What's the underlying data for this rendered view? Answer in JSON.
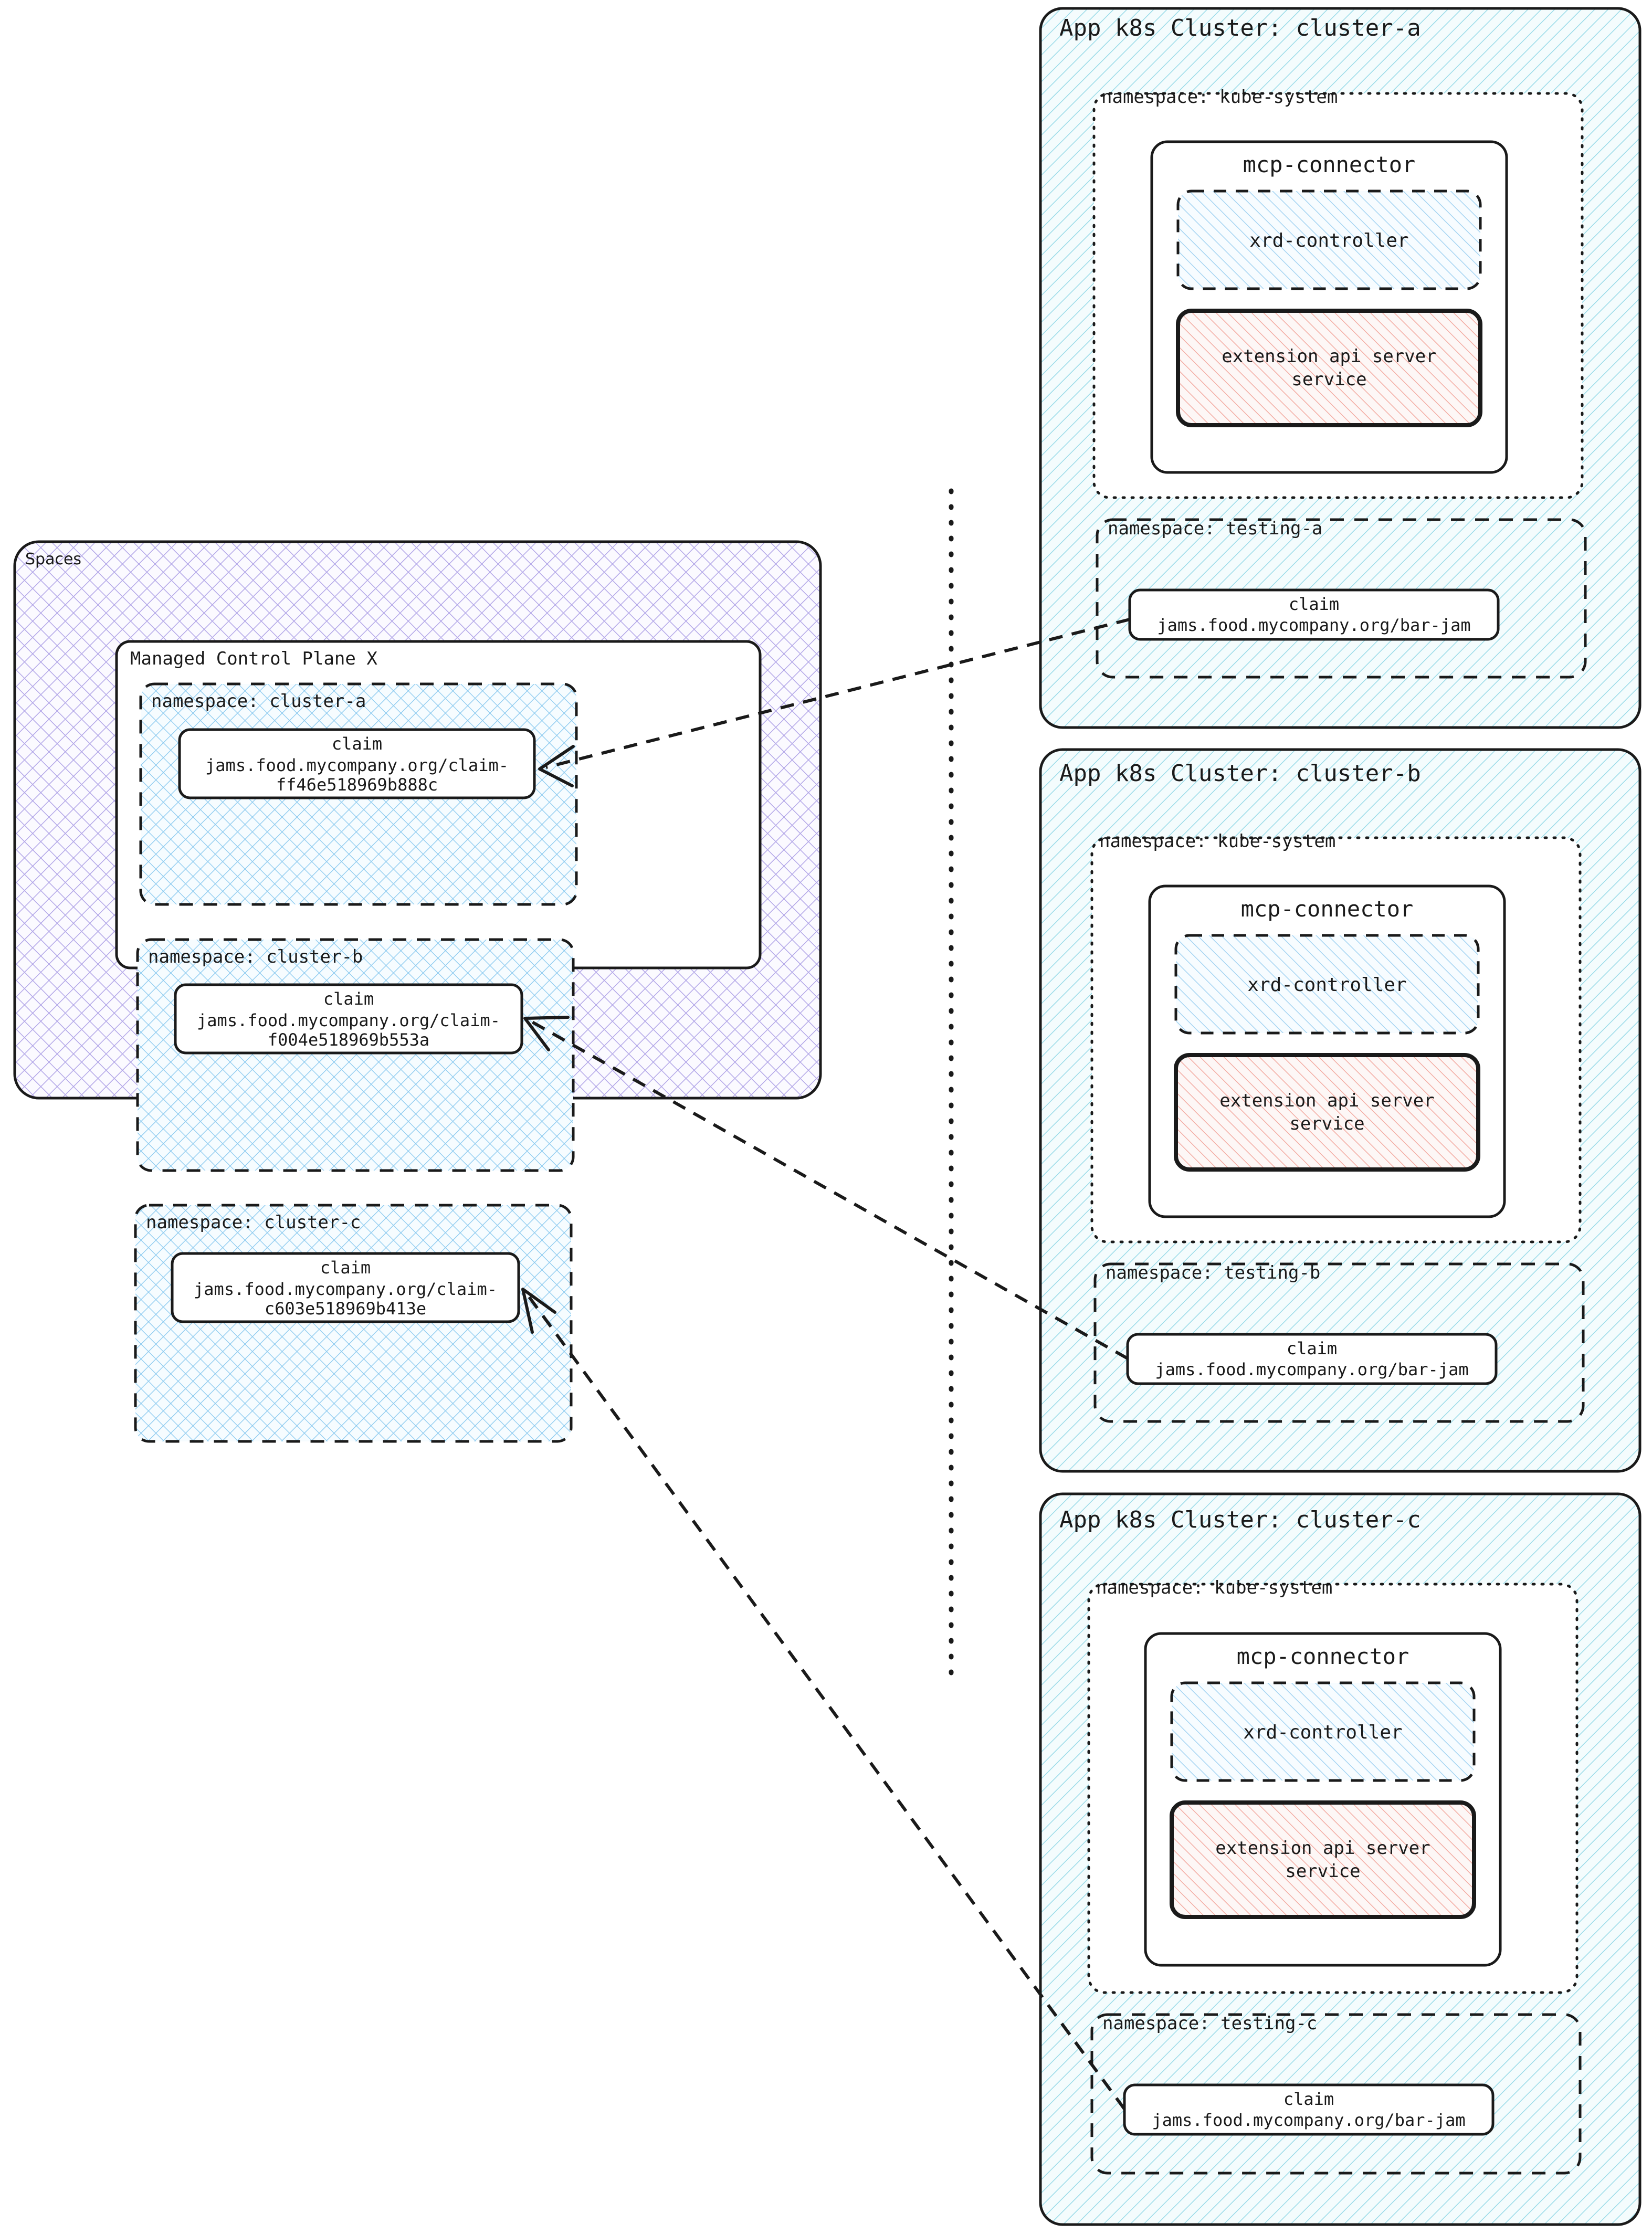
{
  "diagram": {
    "title": "Crossplane MCP multi-cluster claim propagation",
    "left_panel": {
      "outer_label": "Spaces",
      "control_plane_label": "Managed Control Plane X",
      "namespaces": [
        {
          "label": "namespace: cluster-a",
          "claim": {
            "kind": "claim",
            "name_line1": "jams.food.mycompany.org/claim-",
            "name_line2": "ff46e518969b888c"
          }
        },
        {
          "label": "namespace: cluster-b",
          "claim": {
            "kind": "claim",
            "name_line1": "jams.food.mycompany.org/claim-",
            "name_line2": "f004e518969b553a"
          }
        },
        {
          "label": "namespace: cluster-c",
          "claim": {
            "kind": "claim",
            "name_line1": "jams.food.mycompany.org/claim-",
            "name_line2": "c603e518969b413e"
          }
        }
      ]
    },
    "clusters": [
      {
        "title": "App k8s Cluster: cluster-a",
        "kube_system_label": "namespace: kube-system",
        "mcp_connector_label": "mcp-connector",
        "xrd_controller_label": "xrd-controller",
        "extension_api_line1": "extension api server",
        "extension_api_line2": "service",
        "testing_ns_label": "namespace: testing-a",
        "claim": {
          "kind": "claim",
          "name": "jams.food.mycompany.org/bar-jam"
        }
      },
      {
        "title": "App k8s Cluster: cluster-b",
        "kube_system_label": "namespace: kube-system",
        "mcp_connector_label": "mcp-connector",
        "xrd_controller_label": "xrd-controller",
        "extension_api_line1": "extension api server",
        "extension_api_line2": "service",
        "testing_ns_label": "namespace: testing-b",
        "claim": {
          "kind": "claim",
          "name": "jams.food.mycompany.org/bar-jam"
        }
      },
      {
        "title": "App k8s Cluster: cluster-c",
        "kube_system_label": "namespace: kube-system",
        "mcp_connector_label": "mcp-connector",
        "xrd_controller_label": "xrd-controller",
        "extension_api_line1": "extension api server",
        "extension_api_line2": "service",
        "testing_ns_label": "namespace: testing-c",
        "claim": {
          "kind": "claim",
          "name": "jams.food.mycompany.org/bar-jam"
        }
      }
    ],
    "colors": {
      "spaces_hatch": "#b3a7e8",
      "spaces_fill": "#faf8ff",
      "cluster_hatch": "#a8dce8",
      "cluster_fill": "#f2fbfc",
      "namespace_hatch": "#8fc9ec",
      "namespace_fill": "#f5fbfe",
      "xrd_hatch": "#a9d4f0",
      "extension_hatch": "#f0a8a0",
      "extension_fill": "#fdf6f4",
      "stroke": "#1a1a1a",
      "white": "#ffffff"
    }
  }
}
